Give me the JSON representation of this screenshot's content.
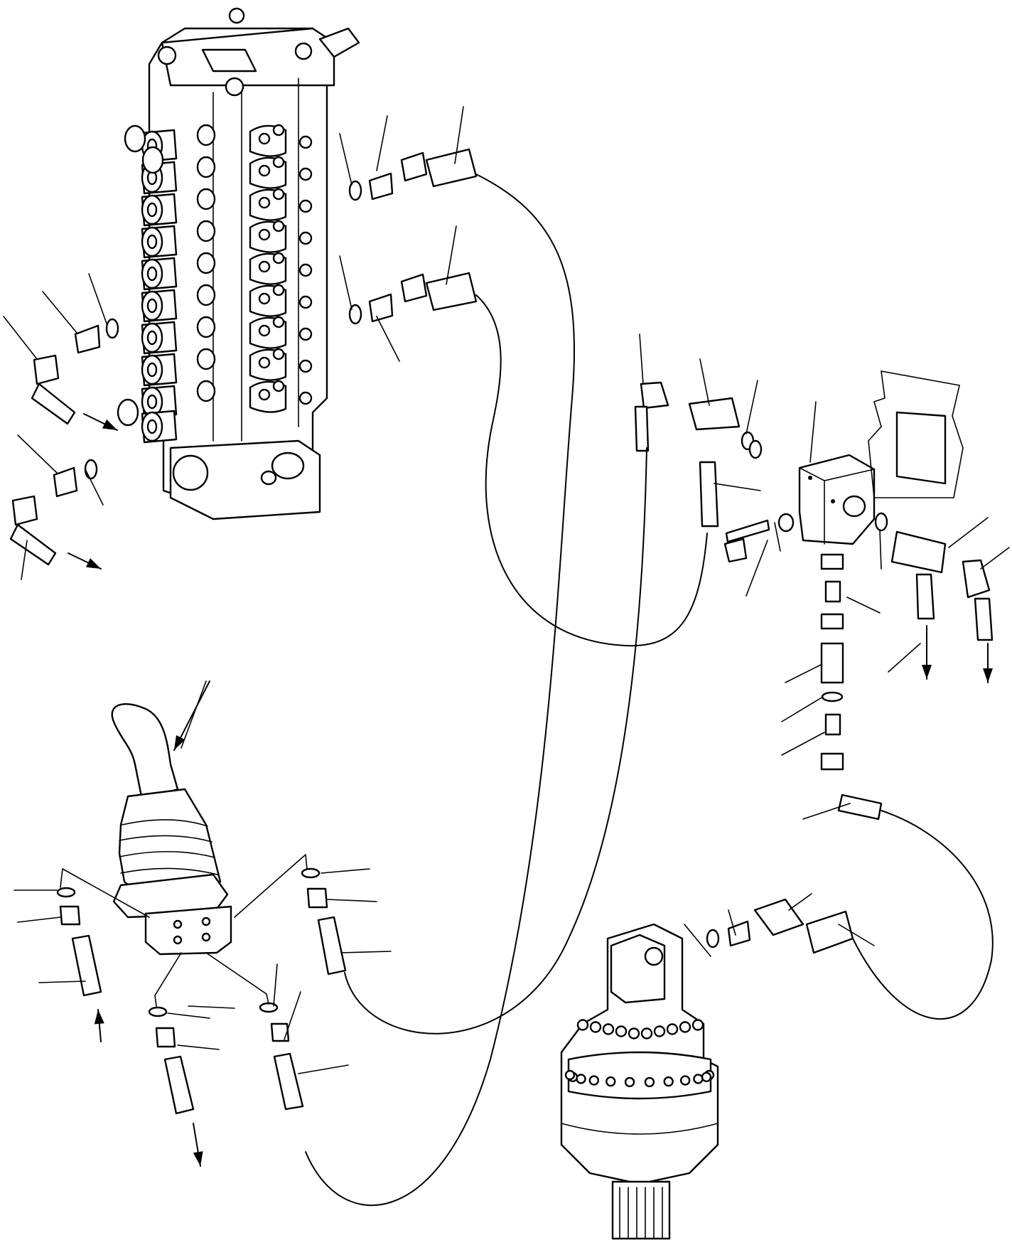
{
  "diagram": {
    "kind": "exploded parts diagram",
    "components": [
      {
        "name": "control-valve",
        "icon": "control-valve-icon"
      },
      {
        "name": "pilot-control-lever",
        "icon": "joystick-icon"
      },
      {
        "name": "junction-block",
        "icon": "junction-block-icon"
      },
      {
        "name": "swing-motor",
        "icon": "swing-motor-icon"
      }
    ],
    "callout_text": "",
    "line_color": "#000000",
    "background_color": "#ffffff"
  }
}
